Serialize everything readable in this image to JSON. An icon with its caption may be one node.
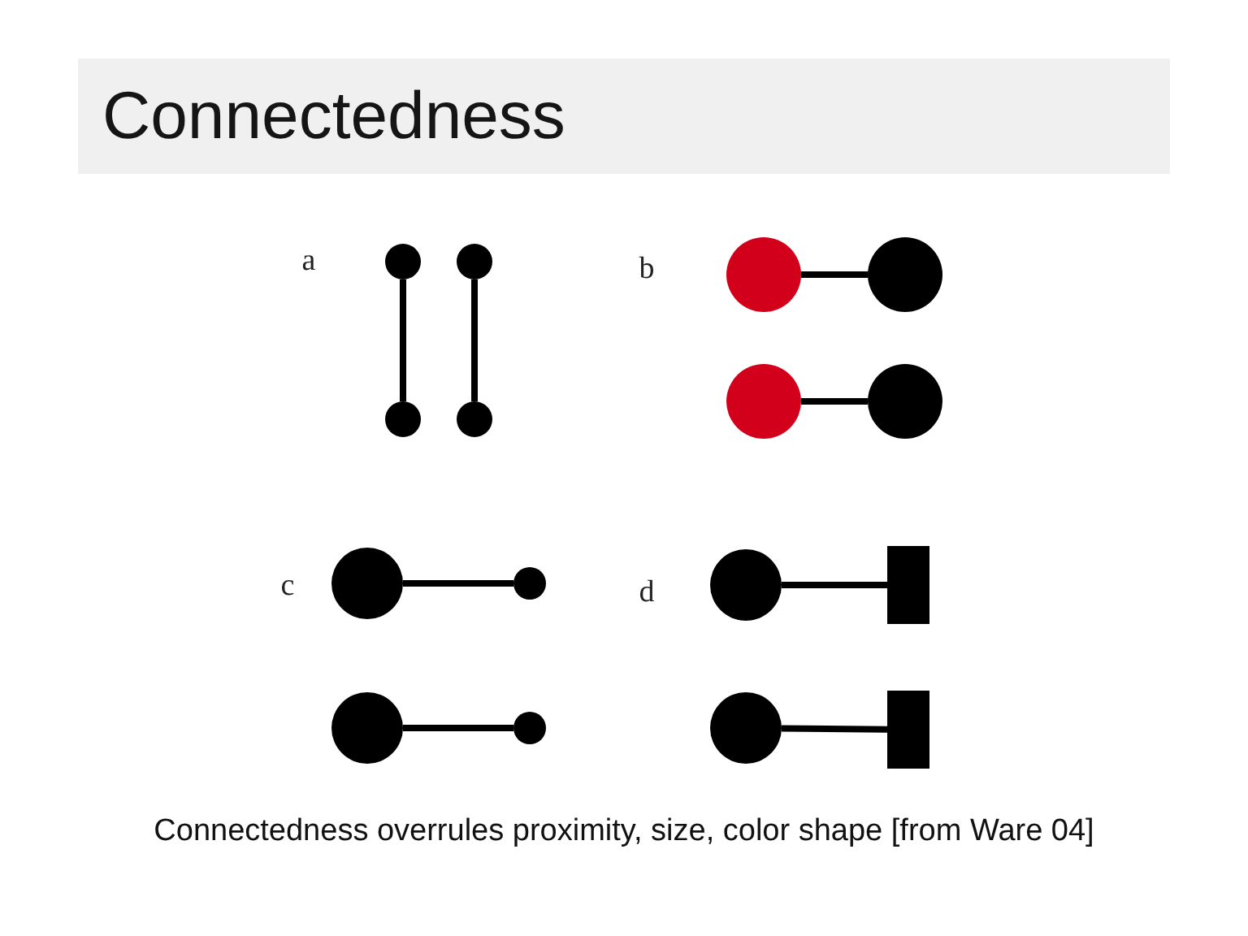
{
  "diagram": {
    "title": "Connectedness",
    "nodes": [
      {
        "text": [],
        "shape": "circle"
      },
      {
        "text": [],
        "shape": "circle"
      },
      {
        "text": [],
        "shape": "circle"
      },
      {
        "text": [],
        "shape": "circle"
      },
      {
        "text": [],
        "shape": "circle"
      },
      {
        "text": [],
        "shape": "circle"
      },
      {
        "text": [],
        "shape": "circle"
      },
      {
        "text": [],
        "shape": "circle"
      },
      {
        "text": [],
        "shape": "circle"
      },
      {
        "text": [],
        "shape": "circle"
      },
      {
        "text": [],
        "shape": "circle"
      },
      {
        "text": [],
        "shape": "circle"
      },
      {
        "text": [],
        "shape": "circle"
      },
      {
        "text": [],
        "shape": "bar"
      },
      {
        "text": [],
        "shape": "circle"
      },
      {
        "text": [],
        "shape": "bar"
      }
    ],
    "edges": [
      {
        "from": 0,
        "to": 2,
        "arrow": "none"
      },
      {
        "from": 1,
        "to": 3,
        "arrow": "none"
      },
      {
        "from": 4,
        "to": 5,
        "arrow": "none"
      },
      {
        "from": 6,
        "to": 7,
        "arrow": "none"
      },
      {
        "from": 8,
        "to": 9,
        "arrow": "none"
      },
      {
        "from": 10,
        "to": 11,
        "arrow": "none"
      },
      {
        "from": 12,
        "to": 13,
        "arrow": "none"
      },
      {
        "from": 14,
        "to": 15,
        "arrow": "none"
      }
    ],
    "labels": [
      "a",
      "b",
      "c",
      "d"
    ],
    "caption": "Connectedness overrules proximity, size, color shape [from Ware 04]"
  }
}
